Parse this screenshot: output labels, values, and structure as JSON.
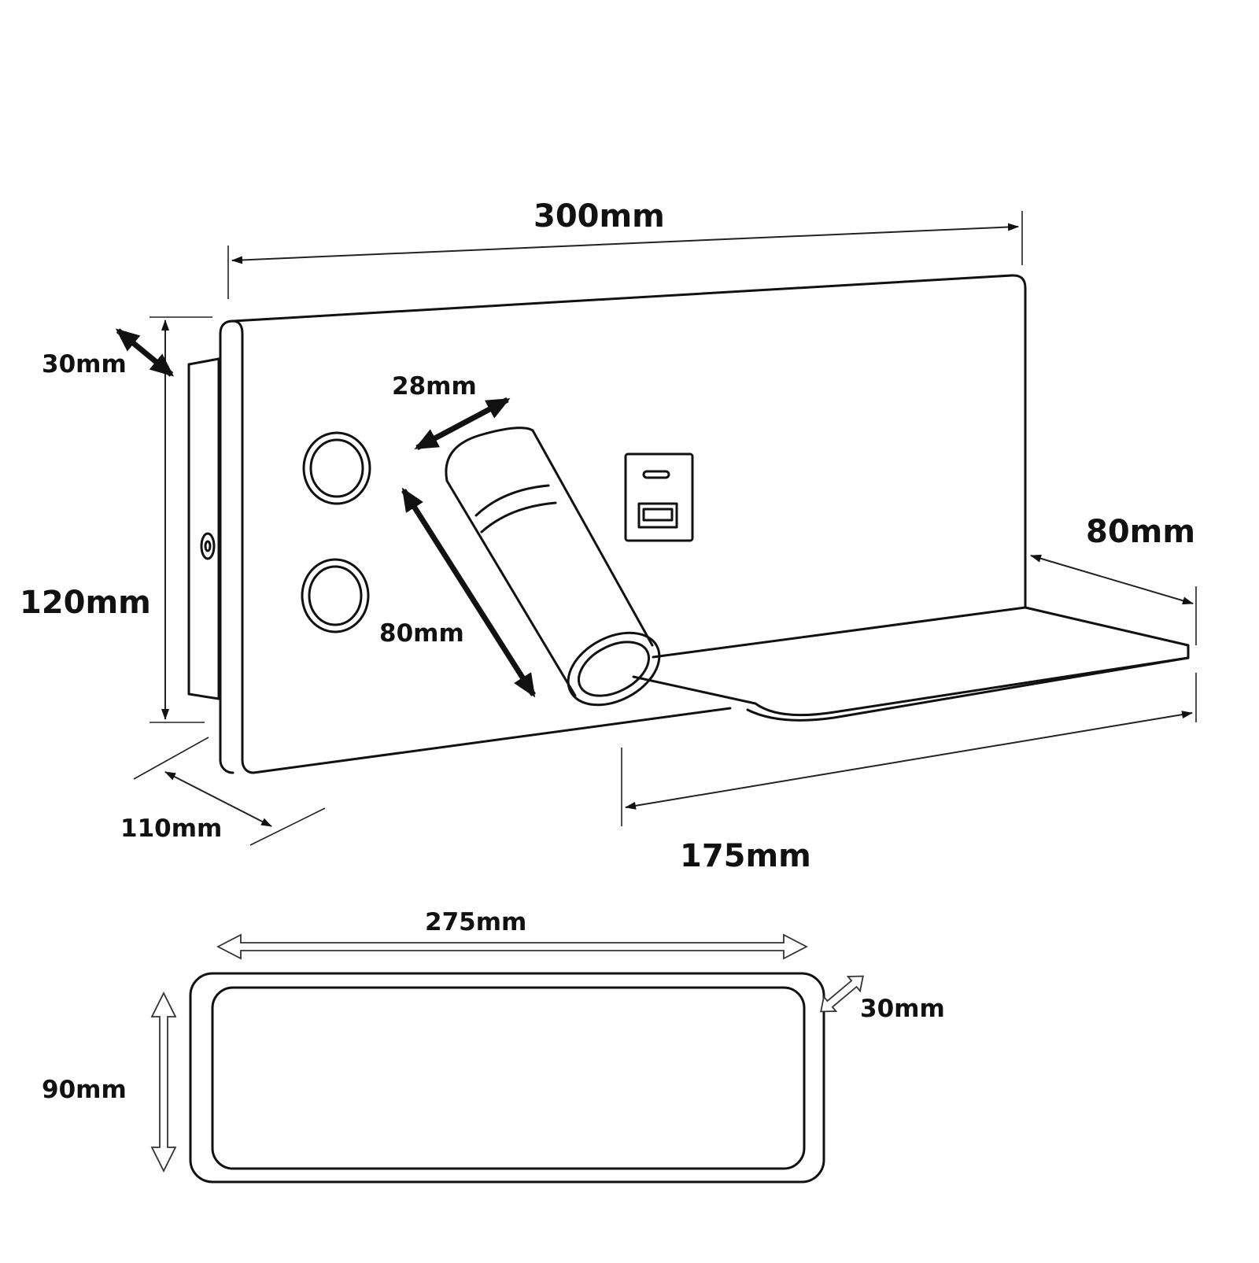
{
  "diagram": {
    "labels": {
      "width_top": "300mm",
      "depth_corner": "30mm",
      "spot_diameter": "28mm",
      "height_left": "120mm",
      "spot_length": "80mm",
      "shelf_depth": "80mm",
      "base_depth": "110mm",
      "shelf_width": "175mm",
      "cutout_width": "275mm",
      "cutout_height": "90mm",
      "cutout_depth": "30mm"
    },
    "colors": {
      "line": "#111111",
      "background": "#ffffff"
    },
    "icons": [
      "usb-port-icon",
      "touch-button-icon",
      "spotlight-icon"
    ]
  }
}
